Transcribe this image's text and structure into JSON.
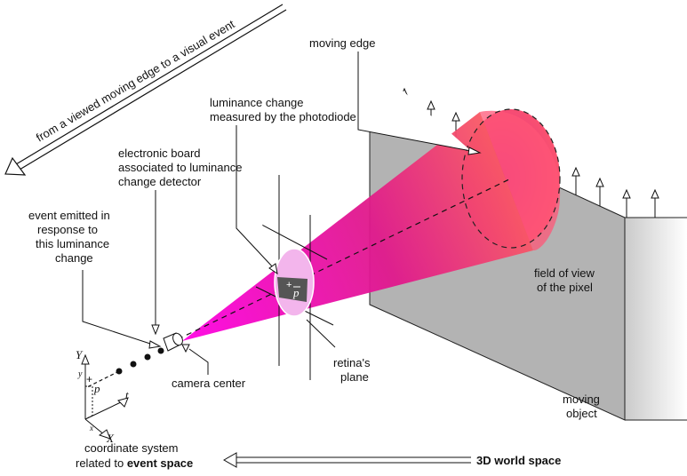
{
  "labels": {
    "arrow_top": "from a viewed moving edge to a visual event",
    "moving_edge": "moving edge",
    "luminance_change": [
      "luminance change",
      "measured by the photodiode"
    ],
    "electronic_board": [
      "electronic board",
      "associated to luminance",
      "change detector"
    ],
    "event_emitted": [
      "event emitted in",
      "response to",
      "this luminance",
      "change"
    ],
    "field_of_view": [
      "field of view",
      "of the pixel"
    ],
    "retina_plane": [
      "retina's",
      "plane"
    ],
    "camera_center": "camera center",
    "moving_object": [
      "moving",
      "object"
    ],
    "coord_system": "coordinate system",
    "related_to": "related to ",
    "event_space": "event space",
    "world_space": "3D world space"
  },
  "symbols": {
    "pixel_bar": "p",
    "pixel": "p",
    "axis_Y": "Y",
    "axis_y": "y",
    "axis_t": "t",
    "axis_X": "X",
    "axis_x": "x"
  },
  "colors": {
    "cone_near": "#ff00e6",
    "cone_far": "#ff6a5a",
    "object_fill": "#b3b3b3",
    "ink": "#111111"
  }
}
